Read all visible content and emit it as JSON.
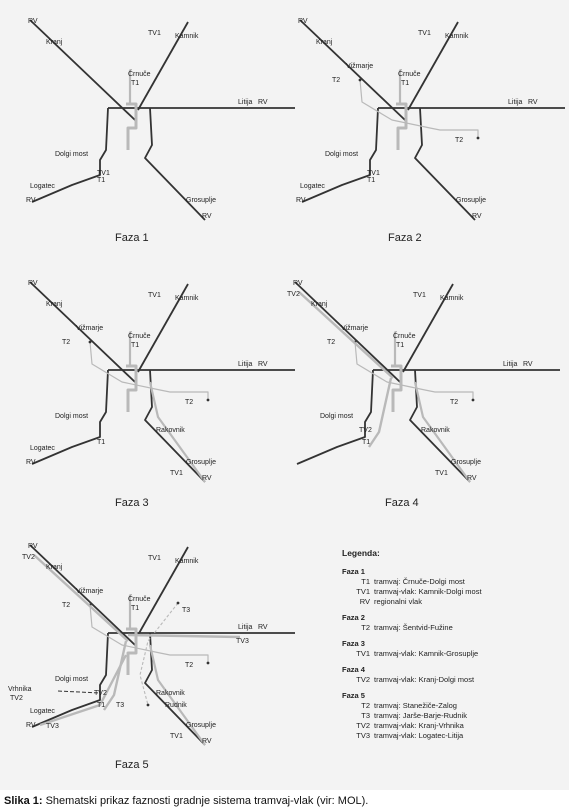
{
  "phases": [
    {
      "title": "Faza 1",
      "labels": {
        "rv_nw": "RV",
        "kranj": "Kranj",
        "tv1_n": "TV1",
        "kamnik": "Kamnik",
        "crnuce": "Črnuče",
        "t1_top": "T1",
        "litija": "Litija",
        "rv_e": "RV",
        "dolgi_most": "Dolgi most",
        "tv1_sw": "TV1",
        "t1_sw": "T1",
        "logatec": "Logatec",
        "rv_sw": "RV",
        "grosuplje": "Grosuplje",
        "rv_se": "RV"
      }
    },
    {
      "title": "Faza 2",
      "labels": {
        "rv_nw": "RV",
        "kranj": "Kranj",
        "tv1_n": "TV1",
        "kamnik": "Kamnik",
        "vizmarje": "Vižmarje",
        "t2_nw": "T2",
        "crnuce": "Črnuče",
        "t1_top": "T1",
        "litija": "Litija",
        "rv_e": "RV",
        "t2_e": "T2",
        "dolgi_most": "Dolgi most",
        "tv1_sw": "TV1",
        "t1_sw": "T1",
        "logatec": "Logatec",
        "rv_sw": "RV",
        "grosuplje": "Grosuplje",
        "rv_se": "RV"
      }
    },
    {
      "title": "Faza 3",
      "labels": {
        "rv_nw": "RV",
        "kranj": "Kranj",
        "tv1_n": "TV1",
        "kamnik": "Kamnik",
        "vizmarje": "Vižmarje",
        "t2_nw": "T2",
        "crnuce": "Črnuče",
        "t1_top": "T1",
        "litija": "Litija",
        "rv_e": "RV",
        "t2_e": "T2",
        "dolgi_most": "Dolgi most",
        "t1_sw": "T1",
        "rakovnik": "Rakovnik",
        "logatec": "Logatec",
        "rv_sw": "RV",
        "grosuplje": "Grosuplje",
        "tv1_se": "TV1",
        "rv_se": "RV"
      }
    },
    {
      "title": "Faza 4",
      "labels": {
        "rv_nw": "RV",
        "kranj": "Kranj",
        "tv2_nw": "TV2",
        "tv1_n": "TV1",
        "kamnik": "Kamnik",
        "vizmarje": "Vižmarje",
        "t2_nw": "T2",
        "crnuce": "Črnuče",
        "t1_top": "T1",
        "litija": "Litija",
        "rv_e": "RV",
        "t2_e": "T2",
        "dolgi_most": "Dolgi most",
        "tv2_sw": "TV2",
        "t1_sw": "T1",
        "rakovnik": "Rakovnik",
        "grosuplje": "Grosuplje",
        "tv1_se": "TV1",
        "rv_se": "RV"
      }
    },
    {
      "title": "Faza 5",
      "labels": {
        "rv_nw": "RV",
        "kranj": "Kranj",
        "tv2_nw": "TV2",
        "tv1_n": "TV1",
        "kamnik": "Kamnik",
        "vizmarje": "Vižmarje",
        "t2_nw": "T2",
        "crnuce": "Črnuče",
        "t1_top": "T1",
        "t3_n": "T3",
        "litija": "Litija",
        "rv_e": "RV",
        "tv3_e": "TV3",
        "t2_e": "T2",
        "dolgi_most": "Dolgi most",
        "vrhnika": "Vrhnika",
        "tv2_w": "TV2",
        "tv2_sw": "TV2",
        "t1_sw": "T1",
        "logatec": "Logatec",
        "rv_sw": "RV",
        "tv3_sw": "TV3",
        "t3_s": "T3",
        "rakovnik": "Rakovnik",
        "rudnik": "Rudnik",
        "grosuplje": "Grosuplje",
        "tv1_se": "TV1",
        "rv_se": "RV"
      }
    }
  ],
  "legend": {
    "title": "Legenda:",
    "sections": [
      {
        "phase": "Faza 1",
        "items": [
          {
            "code": "T1",
            "text": "tramvaj: Črnuče-Dolgi most"
          },
          {
            "code": "TV1",
            "text": "tramvaj-vlak: Kamnik-Dolgi most"
          },
          {
            "code": "RV",
            "text": "regionalni vlak"
          }
        ]
      },
      {
        "phase": "Faza 2",
        "items": [
          {
            "code": "T2",
            "text": "tramvaj: Šentvid-Fužine"
          }
        ]
      },
      {
        "phase": "Faza 3",
        "items": [
          {
            "code": "TV1",
            "text": "tramvaj-vlak: Kamnik-Grosuplje"
          }
        ]
      },
      {
        "phase": "Faza 4",
        "items": [
          {
            "code": "TV2",
            "text": "tramvaj-vlak: Kranj-Dolgi most"
          }
        ]
      },
      {
        "phase": "Faza 5",
        "items": [
          {
            "code": "T2",
            "text": "tramvaj: Stanežiče-Zalog"
          },
          {
            "code": "T3",
            "text": "tramvaj: Jarše-Barje-Rudnik"
          },
          {
            "code": "TV2",
            "text": "tramvaj-vlak: Kranj-Vrhnika"
          },
          {
            "code": "TV3",
            "text": "tramvaj-vlak: Logatec-Litija"
          }
        ]
      }
    ]
  },
  "caption": {
    "label": "Slika 1:",
    "text": " Shematski prikaz faznosti gradnje sistema tramvaj-vlak (vir: MOL)."
  },
  "colors": {
    "rail": "#333333",
    "tram": "#b9b9b9",
    "background": "#f3f3f3",
    "text": "#222222"
  }
}
